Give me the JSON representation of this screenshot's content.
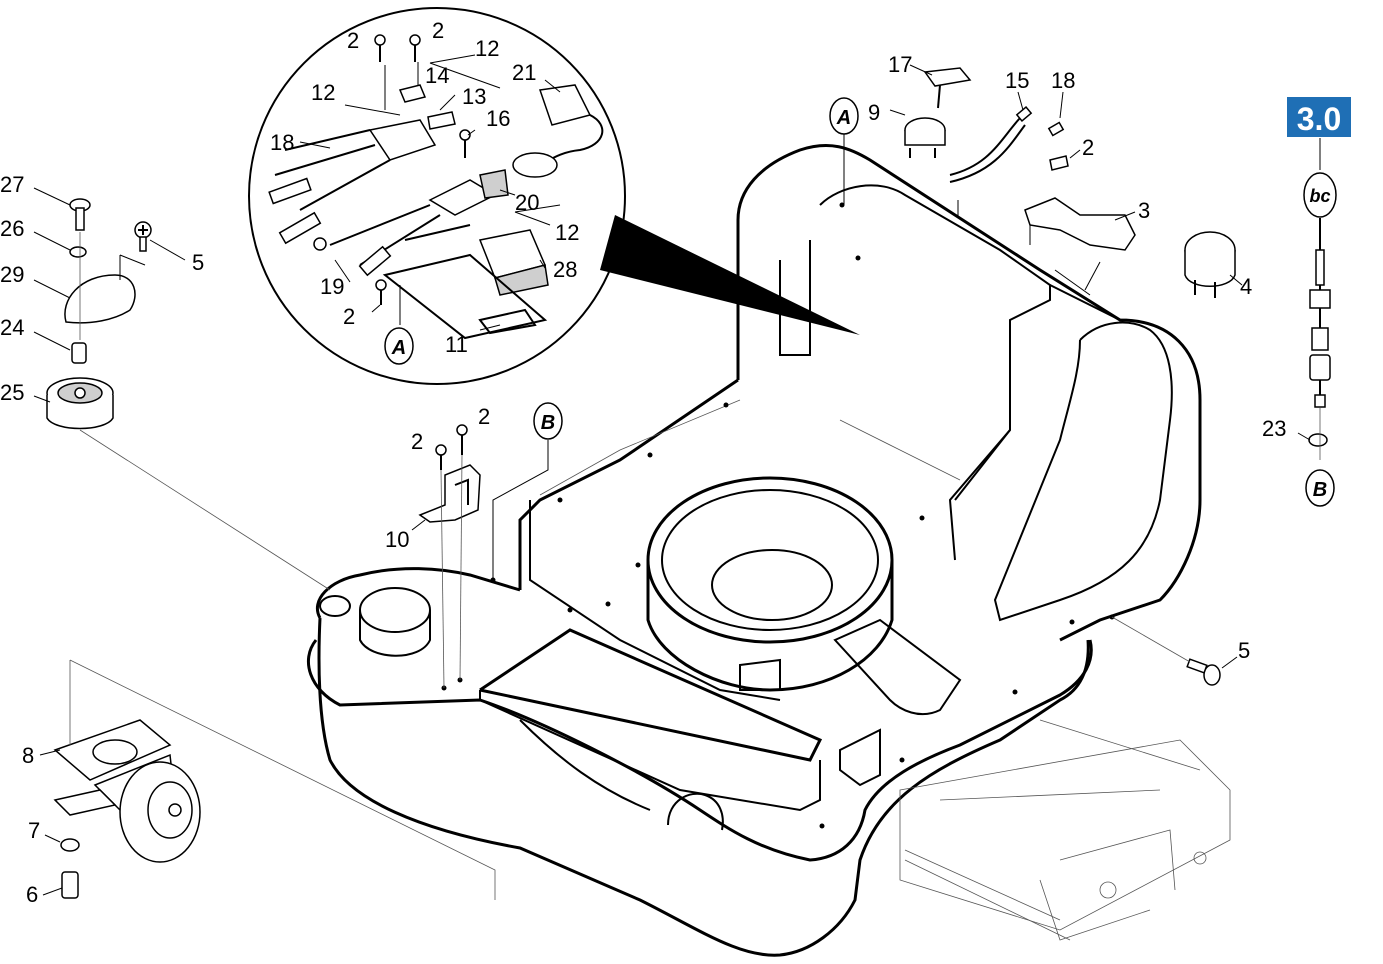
{
  "section_badge": {
    "label": "3.0",
    "color": "#1f6fb5"
  },
  "ref_markers": {
    "a": "A",
    "b": "B",
    "bc": "bc"
  },
  "part_numbers": {
    "p27": "27",
    "p26": "26",
    "p29": "29",
    "p24": "24",
    "p25": "25",
    "p5_left": "5",
    "p8": "8",
    "p7": "7",
    "p6": "6",
    "p2_z1": "2",
    "p2_z2": "2",
    "p12_z1": "12",
    "p14": "14",
    "p12_z2": "12",
    "p13": "13",
    "p21": "21",
    "p16": "16",
    "p18_z": "18",
    "p20": "20",
    "p12_z3": "12",
    "p28": "28",
    "p19": "19",
    "p2_z3": "2",
    "p11": "11",
    "p17": "17",
    "p9": "9",
    "p15": "15",
    "p18_r": "18",
    "p2_r": "2",
    "p3": "3",
    "p4": "4",
    "p2_b1": "2",
    "p2_b2": "2",
    "p10": "10",
    "p23": "23",
    "p5_right": "5"
  }
}
